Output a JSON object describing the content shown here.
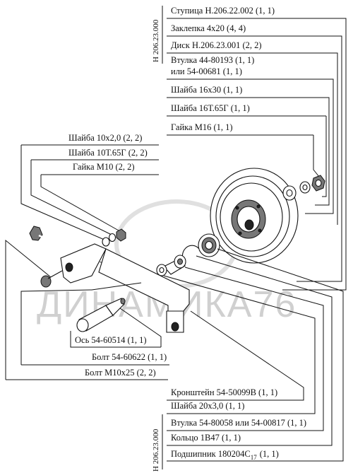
{
  "watermark": "ДИНАМИКА76",
  "top_group_code": "Н 206.23.000",
  "bottom_group_code": "Н 206.23.000",
  "labels": {
    "hub": "Ступица Н.206.22.002 (1, 1)",
    "rivet": "Заклепка 4х20 (4, 4)",
    "disc": "Диск Н.206.23.001 (2, 2)",
    "bushing1": "Втулка 44-80193 (1, 1)",
    "bushing1_alt": "или 54-00681 (1, 1)",
    "washer16x30": "Шайба 16х30 (1, 1)",
    "washer16t": "Шайба 16Т.65Г (1, 1)",
    "nut16": "Гайка М16 (1, 1)",
    "washer10x2": "Шайба 10х2,0 (2, 2)",
    "washer10t": "Шайба 10Т.65Г (2, 2)",
    "nut10": "Гайка М10 (2, 2)",
    "axle": "Ось 54-60514 (1, 1)",
    "bolt622": "Болт 54-60622 (1, 1)",
    "boltm10": "Болт М10х25 (2, 2)",
    "bracket": "Кронштейн 54-50099В (1, 1)",
    "washer20": "Шайба 20х3,0 (1, 1)",
    "bushing2": "Втулка 54-80058 или 54-00817 (1, 1)",
    "ring": "Кольцо 1В47 (1, 1)",
    "bearing": "Подшипник 180204С",
    "bearing_sub": "17",
    "bearing_qty": "(1, 1)"
  }
}
